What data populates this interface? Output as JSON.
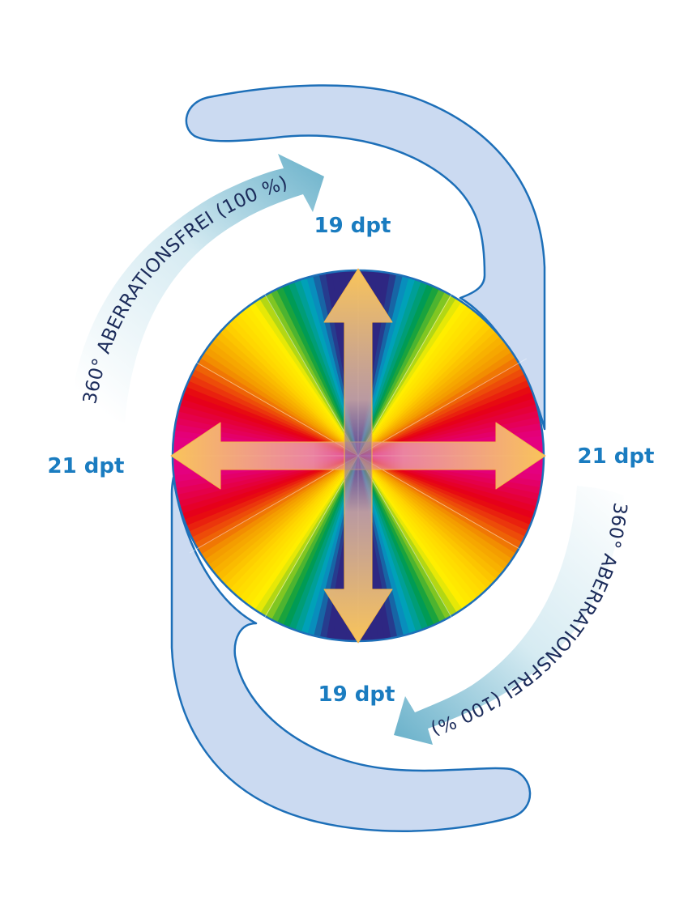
{
  "labels": {
    "top": "19 dpt",
    "bottom": "19 dpt",
    "left": "21 dpt",
    "right": "21 dpt"
  },
  "arc_text_upper": "360° ABERRATIONSFREI (100 %)",
  "arc_text_lower": "360° ABERRATIONSFREI (100 %)",
  "colors": {
    "label_blue": "#1a7cc0",
    "arc_text_navy": "#1b2b5a",
    "haptic_fill": "#cbdaf1",
    "haptic_stroke": "#1d6fb8",
    "arrow_tip": "#f9c45a",
    "arrow_mid": "#e58aa4",
    "band_blue": "#6fb4cc",
    "spectrum": [
      "#2e2782",
      "#00a2c8",
      "#009a44",
      "#fff100",
      "#ffd400",
      "#f39800",
      "#e60012",
      "#e4007f"
    ]
  }
}
